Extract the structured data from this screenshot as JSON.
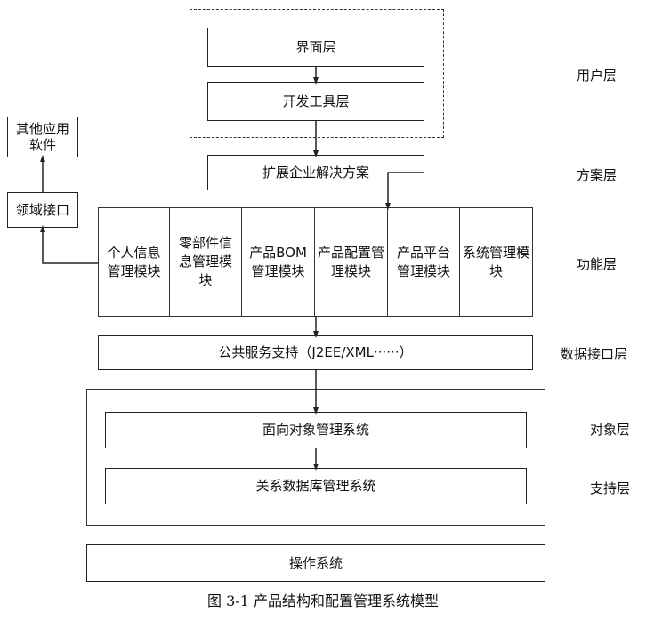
{
  "diagram": {
    "boxes": {
      "ui_layer": "界面层",
      "dev_tools_layer": "开发工具层",
      "extend_solution": "扩展企业解决方案",
      "public_service": "公共服务支持（J2EE/XML······）",
      "oo_management": "面向对象管理系统",
      "relational_db": "关系数据库管理系统",
      "os": "操作系统",
      "other_apps": "其他应用软件",
      "domain_interface": "领域接口"
    },
    "function_modules": [
      "个人信息管理模块",
      "零部件信息管理模块",
      "产品BOM管理模块",
      "产品配置管理模块",
      "产品平台管理模块",
      "系统管理模块"
    ],
    "layer_labels": {
      "user": "用户层",
      "solution": "方案层",
      "function": "功能层",
      "data_interface": "数据接口层",
      "object": "对象层",
      "support": "支持层"
    },
    "caption": "图 3-1 产品结构和配置管理系统模型"
  }
}
